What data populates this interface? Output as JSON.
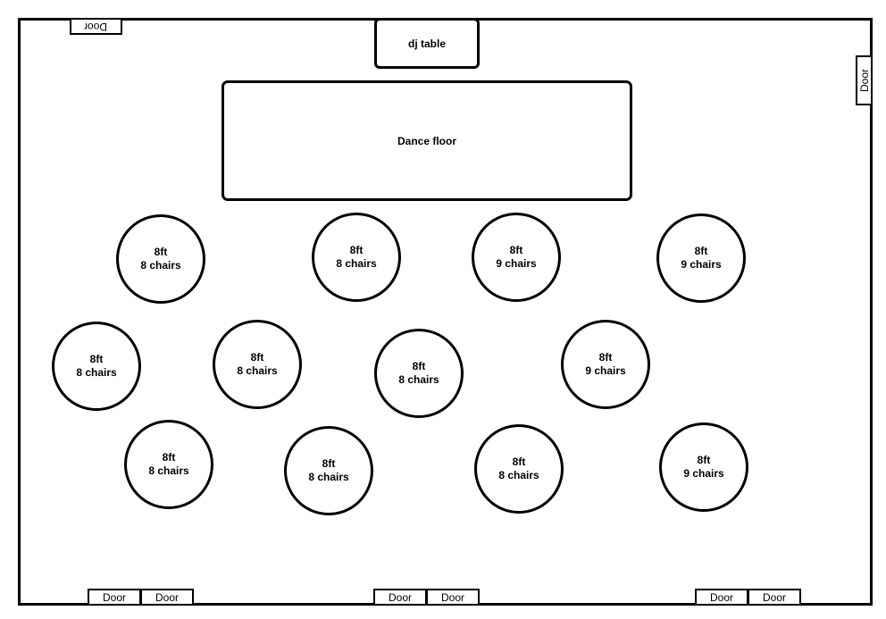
{
  "page": {
    "background_color": "#ffffff",
    "line_color": "#000000"
  },
  "floor_plan": {
    "dj_table": {
      "label": "dj table"
    },
    "dance_floor": {
      "label": "Dance floor"
    },
    "doors": {
      "top": {
        "label": "Door"
      },
      "right": {
        "label": "Door"
      },
      "bottom": [
        {
          "label": "Door"
        },
        {
          "label": "Door"
        },
        {
          "label": "Door"
        },
        {
          "label": "Door"
        },
        {
          "label": "Door"
        },
        {
          "label": "Door"
        }
      ]
    },
    "tables": [
      {
        "size": "8ft",
        "chairs": "8 chairs"
      },
      {
        "size": "8ft",
        "chairs": "8 chairs"
      },
      {
        "size": "8ft",
        "chairs": "9 chairs"
      },
      {
        "size": "8ft",
        "chairs": "9 chairs"
      },
      {
        "size": "8ft",
        "chairs": "8 chairs"
      },
      {
        "size": "8ft",
        "chairs": "8 chairs"
      },
      {
        "size": "8ft",
        "chairs": "8 chairs"
      },
      {
        "size": "8ft",
        "chairs": "9 chairs"
      },
      {
        "size": "8ft",
        "chairs": "8 chairs"
      },
      {
        "size": "8ft",
        "chairs": "8 chairs"
      },
      {
        "size": "8ft",
        "chairs": "8 chairs"
      },
      {
        "size": "8ft",
        "chairs": "9 chairs"
      }
    ]
  }
}
